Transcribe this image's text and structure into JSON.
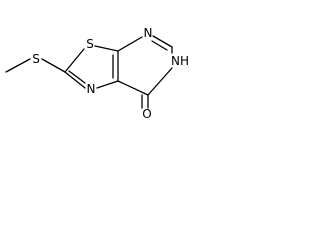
{
  "molecule": {
    "atoms": {
      "n_pyrimidine_top": "N",
      "nh_ring": "NH",
      "s_ring": "S",
      "s_methylthio": "S",
      "n_thiazole": "N",
      "o_carbonyl": "O"
    }
  }
}
